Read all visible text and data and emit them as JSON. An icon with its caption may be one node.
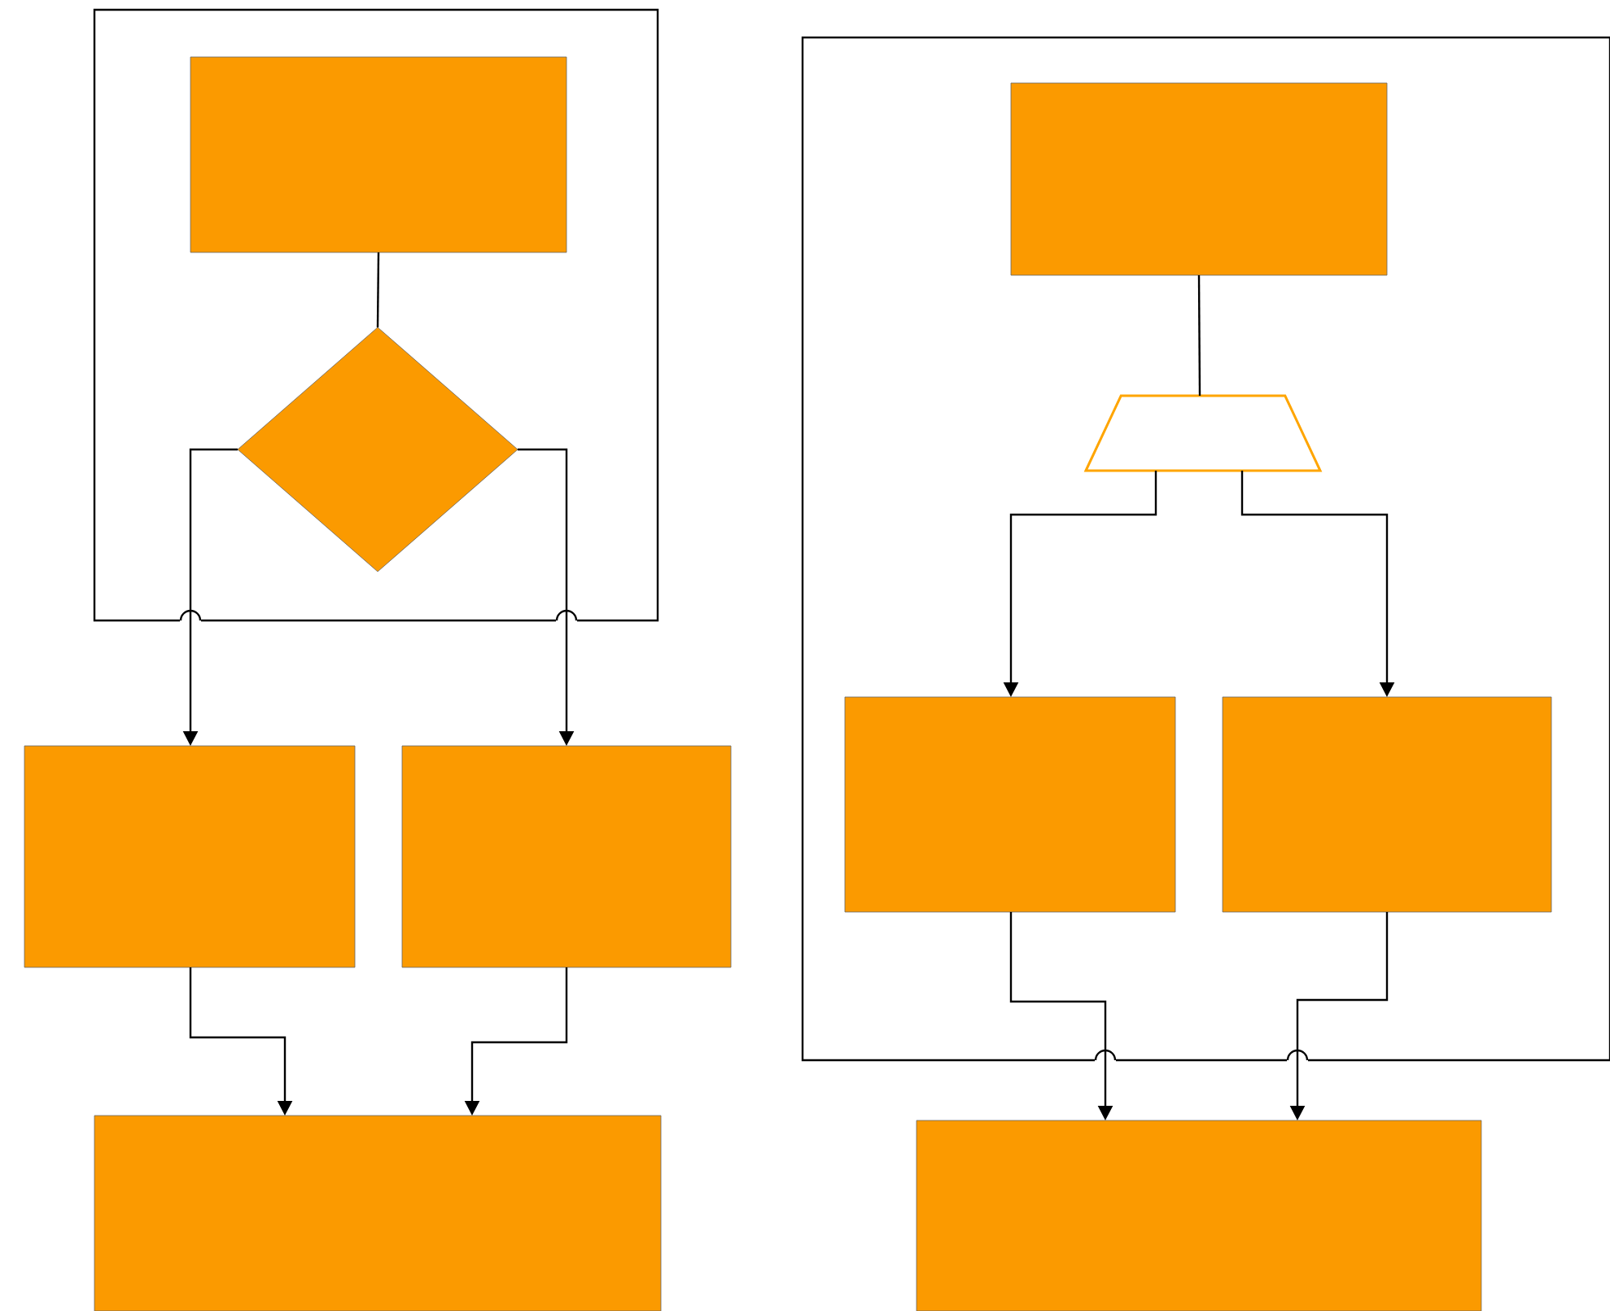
{
  "diagram": {
    "nodes": [
      {
        "text": [],
        "shape": "box"
      },
      {
        "text": [],
        "shape": "box",
        "in": 0
      },
      {
        "text": [],
        "shape": "diamond",
        "in": 0
      },
      {
        "text": [],
        "shape": "box"
      },
      {
        "text": [],
        "shape": "box"
      },
      {
        "text": [],
        "shape": "box"
      },
      {
        "text": [],
        "shape": "box"
      },
      {
        "text": [],
        "shape": "box",
        "in": 6
      },
      {
        "text": [],
        "shape": "trapezoid",
        "in": 6
      },
      {
        "text": [],
        "shape": "box",
        "in": 6
      },
      {
        "text": [],
        "shape": "box",
        "in": 6
      },
      {
        "text": [],
        "shape": "box"
      }
    ],
    "edges": [
      {
        "from": 1,
        "to": 2,
        "arrow": "none"
      },
      {
        "from": 2,
        "to": 3,
        "arrow": "to"
      },
      {
        "from": 2,
        "to": 4,
        "arrow": "to"
      },
      {
        "from": 3,
        "to": 5,
        "arrow": "to"
      },
      {
        "from": 4,
        "to": 5,
        "arrow": "to"
      },
      {
        "from": 7,
        "to": 8,
        "arrow": "none"
      },
      {
        "from": 8,
        "to": 9,
        "arrow": "to"
      },
      {
        "from": 8,
        "to": 10,
        "arrow": "to"
      },
      {
        "from": 9,
        "to": 11,
        "arrow": "to"
      },
      {
        "from": 10,
        "to": 11,
        "arrow": "to"
      }
    ]
  }
}
